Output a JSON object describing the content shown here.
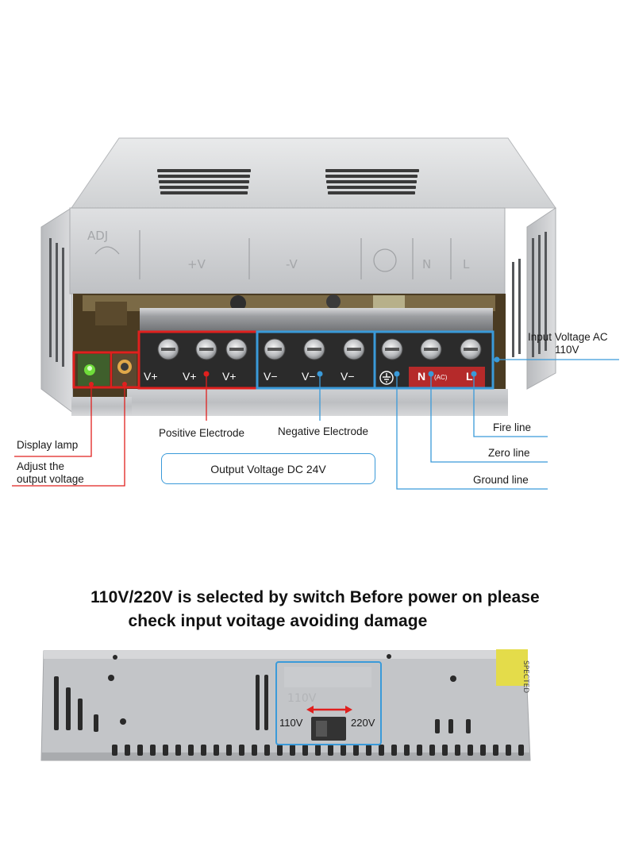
{
  "terminals": {
    "positive": [
      "V+",
      "V+",
      "V+"
    ],
    "negative": [
      "V−",
      "V−",
      "V−"
    ],
    "neutral": "N",
    "neutral_sub": "(AC)",
    "live": "L"
  },
  "callouts": {
    "input_voltage_line1": "Input Voltage AC",
    "input_voltage_line2": "110V",
    "display_lamp": "Display lamp",
    "adjust_line1": "Adjust the",
    "adjust_line2": "output voltage",
    "positive_electrode": "Positive Electrode",
    "negative_electrode": "Negative Electrode",
    "fire_line": "Fire line",
    "zero_line": "Zero line",
    "ground_line": "Ground line",
    "output_voltage": "Output Voltage DC 24V"
  },
  "heading": {
    "line1": "110V/220V is selected by switch Before power on please",
    "line2": "check input voitage avoiding damage"
  },
  "switch": {
    "left_label": "110V",
    "right_label": "220V"
  },
  "colors": {
    "positive_frame": "#e0201e",
    "negative_frame": "#3a9ad9",
    "terminal_block": "#2b2b2b",
    "chassis": "#c9cbcd"
  }
}
